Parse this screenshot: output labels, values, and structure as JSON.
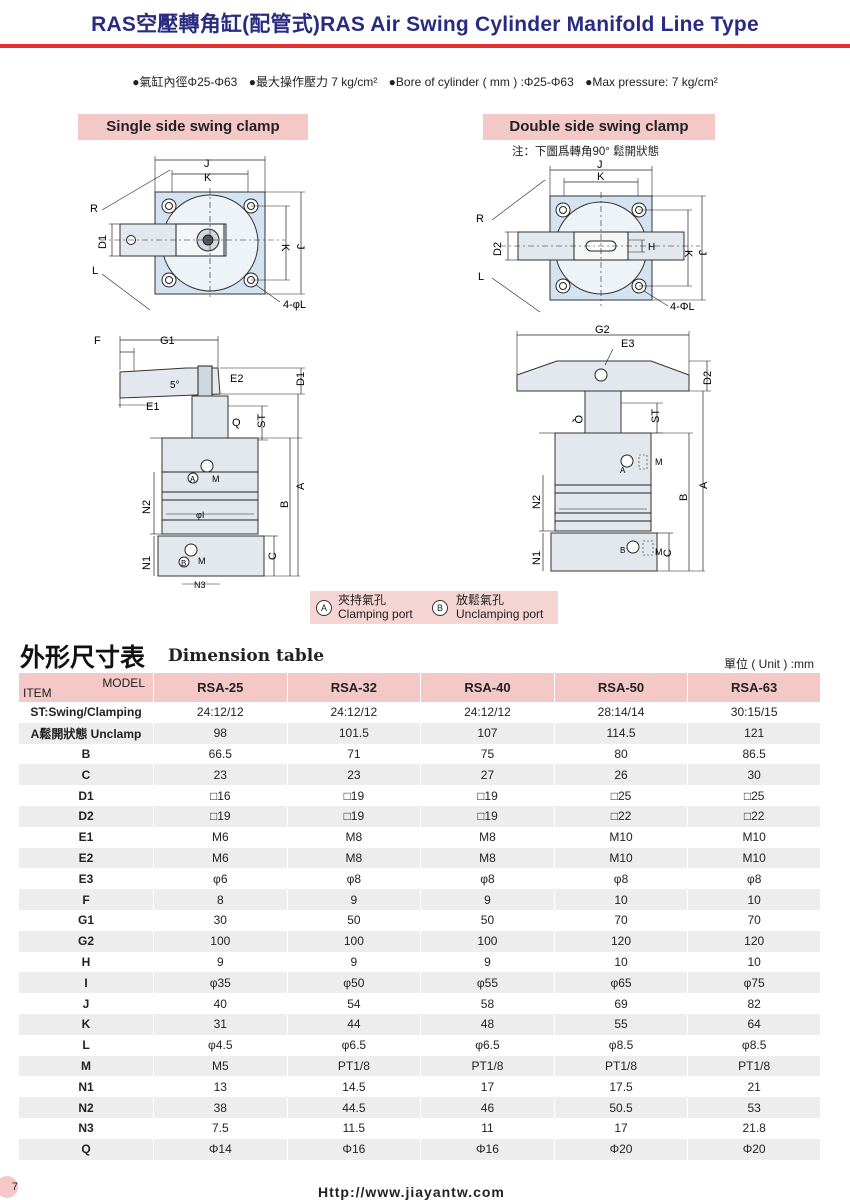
{
  "header": {
    "title": "RAS空壓轉角缸(配管式)RAS Air Swing Cylinder Manifold Line Type"
  },
  "specs": [
    "●氣缸內徑Φ25-Φ63",
    "●最大操作壓力 7 kg/cm²",
    "●Bore of cylinder ( mm ) :Φ25-Φ63",
    "●Max pressure: 7 kg/cm²"
  ],
  "single": {
    "label": "Single side swing clamp",
    "top_labels": {
      "J": "J",
      "K": "K",
      "R": "R",
      "D1": "D1",
      "L": "L",
      "K2": "K",
      "J2": "J",
      "holes": "4-φL"
    },
    "side_labels": {
      "F": "F",
      "G1": "G1",
      "angle": "5°",
      "E2": "E2",
      "E1": "E1",
      "D1": "D1",
      "Q": "Q",
      "ST": "ST",
      "B": "B",
      "A": "A",
      "N2": "N2",
      "I": "φI",
      "C": "C",
      "N1": "N1",
      "N3": "N3",
      "portA": "A",
      "portB": "B",
      "M1": "M",
      "M2": "M"
    }
  },
  "double": {
    "label": "Double side swing clamp",
    "note": "注：下圖爲轉角90° 鬆開狀態",
    "top_labels": {
      "J": "J",
      "K": "K",
      "R": "R",
      "D2": "D2",
      "L": "L",
      "H": "H",
      "K2": "K",
      "J2": "J",
      "holes": "4-ΦL"
    },
    "side_labels": {
      "G2": "G2",
      "E3": "E3",
      "D2": "D2",
      "Q": "Q",
      "ST": "ST",
      "A": "A",
      "B": "B",
      "N2": "N2",
      "C": "C",
      "N1": "N1",
      "portA": "A",
      "portB": "B",
      "M1": "M",
      "M2": "M"
    }
  },
  "legend": {
    "a_symbol": "A",
    "a_zh": "夾持氣孔",
    "a_en": "Clamping port",
    "b_symbol": "B",
    "b_zh": "放鬆氣孔",
    "b_en": "Unclamping port"
  },
  "table": {
    "title_zh": "外形尺寸表",
    "title_en": "Dimension table",
    "unit": "單位 ( Unit ) :mm",
    "corner_model": "MODEL",
    "corner_item": "ITEM",
    "models": [
      "RSA-25",
      "RSA-32",
      "RSA-40",
      "RSA-50",
      "RSA-63"
    ],
    "rows": [
      {
        "item": "ST:Swing/Clamping",
        "values": [
          "24:12/12",
          "24:12/12",
          "24:12/12",
          "28:14/14",
          "30:15/15"
        ]
      },
      {
        "item": "A鬆開狀態 Unclamp",
        "values": [
          "98",
          "101.5",
          "107",
          "114.5",
          "121"
        ]
      },
      {
        "item": "B",
        "values": [
          "66.5",
          "71",
          "75",
          "80",
          "86.5"
        ]
      },
      {
        "item": "C",
        "values": [
          "23",
          "23",
          "27",
          "26",
          "30"
        ]
      },
      {
        "item": "D1",
        "values": [
          "□16",
          "□19",
          "□19",
          "□25",
          "□25"
        ]
      },
      {
        "item": "D2",
        "values": [
          "□19",
          "□19",
          "□19",
          "□22",
          "□22"
        ]
      },
      {
        "item": "E1",
        "values": [
          "M6",
          "M8",
          "M8",
          "M10",
          "M10"
        ]
      },
      {
        "item": "E2",
        "values": [
          "M6",
          "M8",
          "M8",
          "M10",
          "M10"
        ]
      },
      {
        "item": "E3",
        "values": [
          "φ6",
          "φ8",
          "φ8",
          "φ8",
          "φ8"
        ]
      },
      {
        "item": "F",
        "values": [
          "8",
          "9",
          "9",
          "10",
          "10"
        ]
      },
      {
        "item": "G1",
        "values": [
          "30",
          "50",
          "50",
          "70",
          "70"
        ]
      },
      {
        "item": "G2",
        "values": [
          "100",
          "100",
          "100",
          "120",
          "120"
        ]
      },
      {
        "item": "H",
        "values": [
          "9",
          "9",
          "9",
          "10",
          "10"
        ]
      },
      {
        "item": "I",
        "values": [
          "φ35",
          "φ50",
          "φ55",
          "φ65",
          "φ75"
        ]
      },
      {
        "item": "J",
        "values": [
          "40",
          "54",
          "58",
          "69",
          "82"
        ]
      },
      {
        "item": "K",
        "values": [
          "31",
          "44",
          "48",
          "55",
          "64"
        ]
      },
      {
        "item": "L",
        "values": [
          "φ4.5",
          "φ6.5",
          "φ6.5",
          "φ8.5",
          "φ8.5"
        ]
      },
      {
        "item": "M",
        "values": [
          "M5",
          "PT1/8",
          "PT1/8",
          "PT1/8",
          "PT1/8"
        ]
      },
      {
        "item": "N1",
        "values": [
          "13",
          "14.5",
          "17",
          "17.5",
          "21"
        ]
      },
      {
        "item": "N2",
        "values": [
          "38",
          "44.5",
          "46",
          "50.5",
          "53"
        ]
      },
      {
        "item": "N3",
        "values": [
          "7.5",
          "11.5",
          "11",
          "17",
          "21.8"
        ]
      },
      {
        "item": "Q",
        "values": [
          "Φ14",
          "Φ16",
          "Φ16",
          "Φ20",
          "Φ20"
        ]
      }
    ]
  },
  "footer": {
    "url": "Http://www.jiayantw.com",
    "page": "7"
  }
}
